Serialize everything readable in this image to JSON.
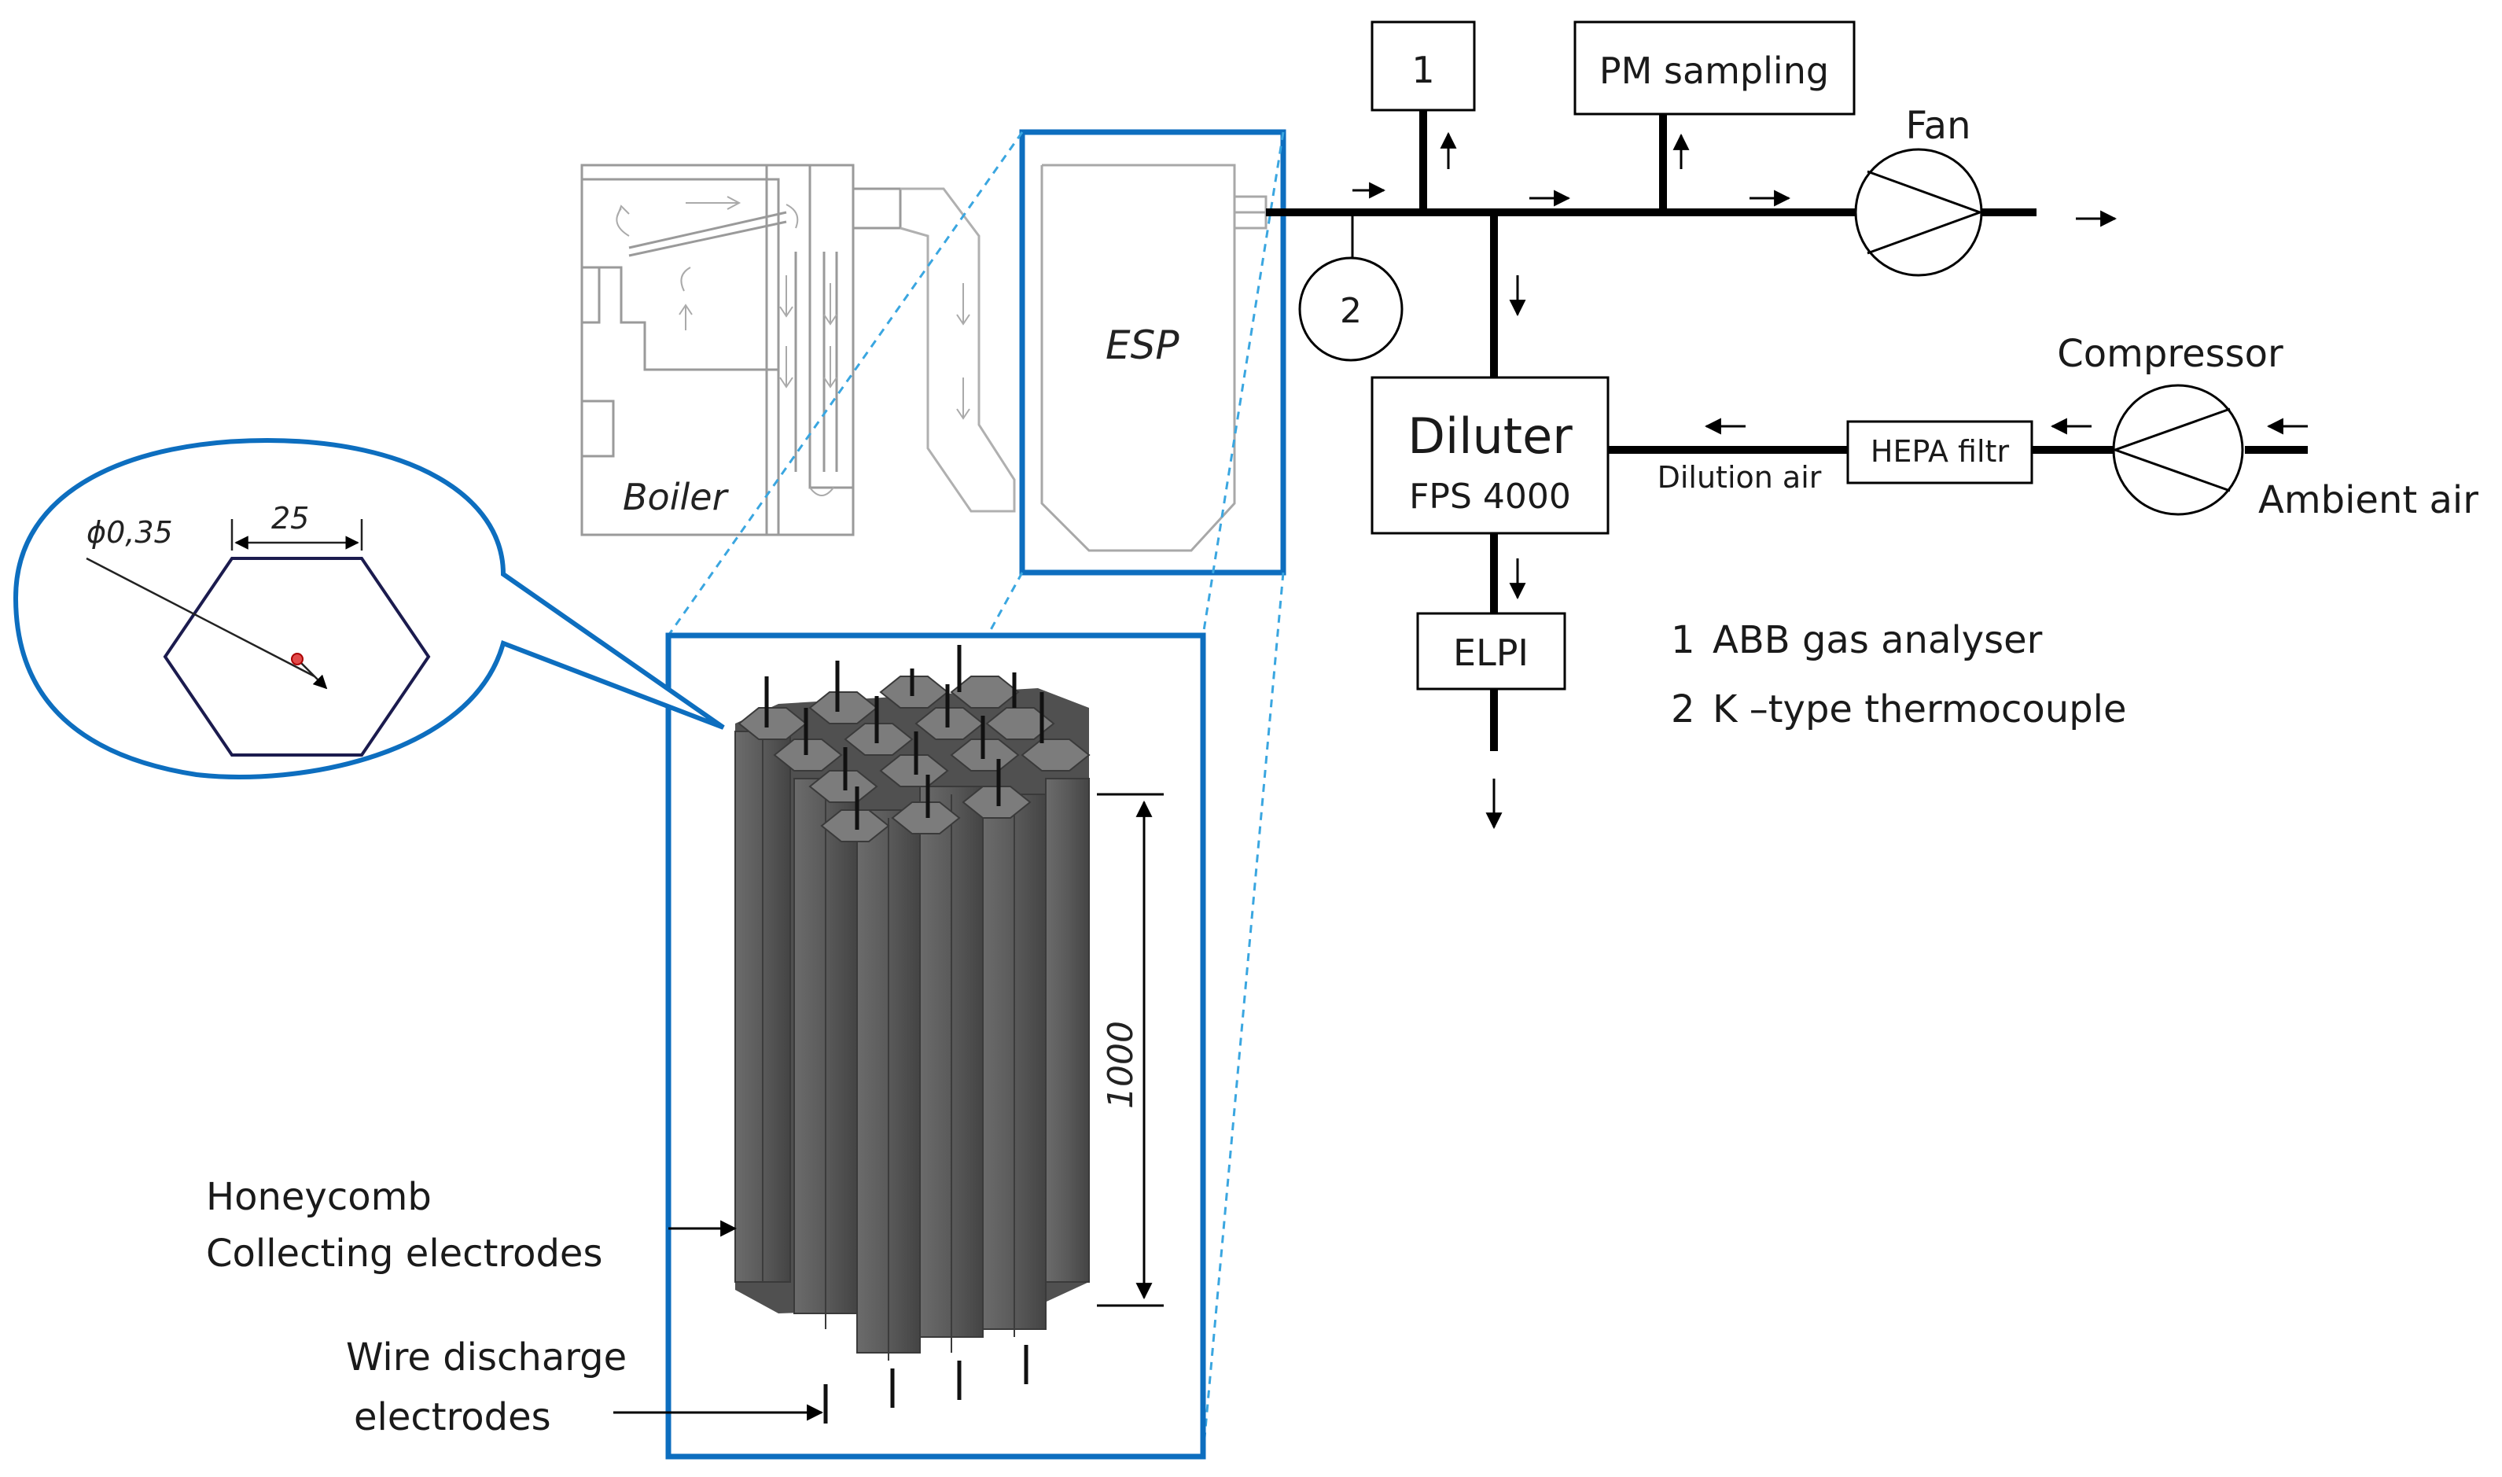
{
  "boiler": {
    "label": "Boiler"
  },
  "esp": {
    "label": "ESP"
  },
  "detail": {
    "diameter": "ϕ0,35",
    "width": "25",
    "height": "1000",
    "collecting_label_1": "Honeycomb",
    "collecting_label_2": "Collecting electrodes",
    "wire_label_1": "Wire discharge",
    "wire_label_2": "electrodes"
  },
  "flow": {
    "point1": "1",
    "point2": "2",
    "pm_sampling": "PM sampling",
    "fan": "Fan",
    "compressor": "Compressor",
    "ambient_air": "Ambient air",
    "hepa": "HEPA filtr",
    "dilution_air": "Dilution air",
    "diluter_title": "Diluter",
    "diluter_model": "FPS 4000",
    "elpi": "ELPI"
  },
  "legend": [
    {
      "num": "1",
      "text": "ABB gas analyser"
    },
    {
      "num": "2",
      "text": "K –type thermocouple"
    }
  ],
  "colors": {
    "highlight_blue": "#0d6ebf",
    "dashed_blue": "#3aa6e0",
    "electrode_gray": "#595959",
    "electrode_light": "#7a7a7a",
    "pipe": "#000000"
  }
}
